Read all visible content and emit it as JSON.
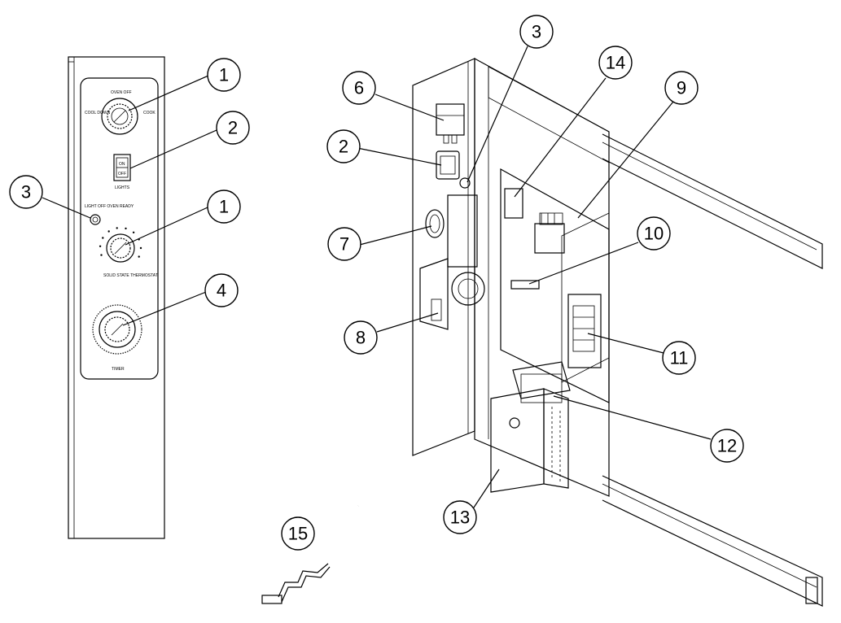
{
  "panel_labels": {
    "oven_off": "OVEN OFF",
    "cool_down": "COOL DOWN",
    "cook": "COOK",
    "on": "ON",
    "off": "OFF",
    "lights": "LIGHTS",
    "light_off_oven_ready": "LIGHT OFF OVEN READY",
    "solid_state_thermostat": "SOLID STATE THERMOSTAT",
    "timer": "TIMER"
  },
  "callouts": [
    {
      "id": "c1a",
      "label": "1"
    },
    {
      "id": "c2a",
      "label": "2"
    },
    {
      "id": "c3a",
      "label": "3"
    },
    {
      "id": "c1b",
      "label": "1"
    },
    {
      "id": "c4",
      "label": "4"
    },
    {
      "id": "c3b",
      "label": "3"
    },
    {
      "id": "c6",
      "label": "6"
    },
    {
      "id": "c14",
      "label": "14"
    },
    {
      "id": "c9",
      "label": "9"
    },
    {
      "id": "c2b",
      "label": "2"
    },
    {
      "id": "c7",
      "label": "7"
    },
    {
      "id": "c10",
      "label": "10"
    },
    {
      "id": "c8",
      "label": "8"
    },
    {
      "id": "c11",
      "label": "11"
    },
    {
      "id": "c12",
      "label": "12"
    },
    {
      "id": "c13",
      "label": "13"
    },
    {
      "id": "c15",
      "label": "15"
    }
  ]
}
